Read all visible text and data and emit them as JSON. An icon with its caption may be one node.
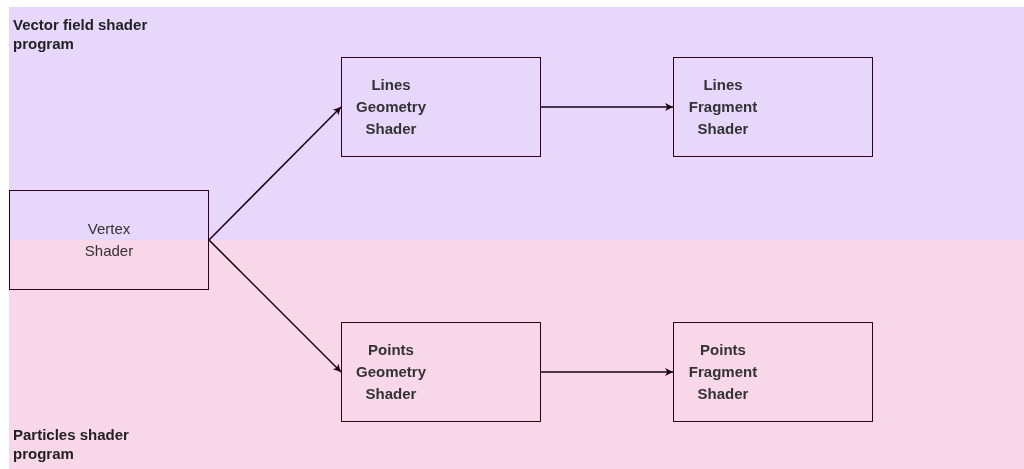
{
  "diagram": {
    "nodes": [
      {
        "text": [
          "Vector field shader program"
        ]
      },
      {
        "text": [
          "Lines Geometry Shader"
        ],
        "in": 0
      },
      {
        "text": [
          "Lines Fragment Shader"
        ],
        "in": 0
      },
      {
        "text": [
          "Vertex Shader"
        ]
      },
      {
        "text": [
          "Particles shader program"
        ]
      },
      {
        "text": [
          "Points Geometry Shader"
        ],
        "in": 4
      },
      {
        "text": [
          "Points Fragment Shader"
        ],
        "in": 4
      }
    ],
    "edges": [
      {
        "from": 3,
        "to": 1,
        "arrow": "to"
      },
      {
        "from": 1,
        "to": 2,
        "arrow": "to"
      },
      {
        "from": 3,
        "to": 5,
        "arrow": "to"
      },
      {
        "from": 5,
        "to": 6,
        "arrow": "to"
      }
    ]
  }
}
